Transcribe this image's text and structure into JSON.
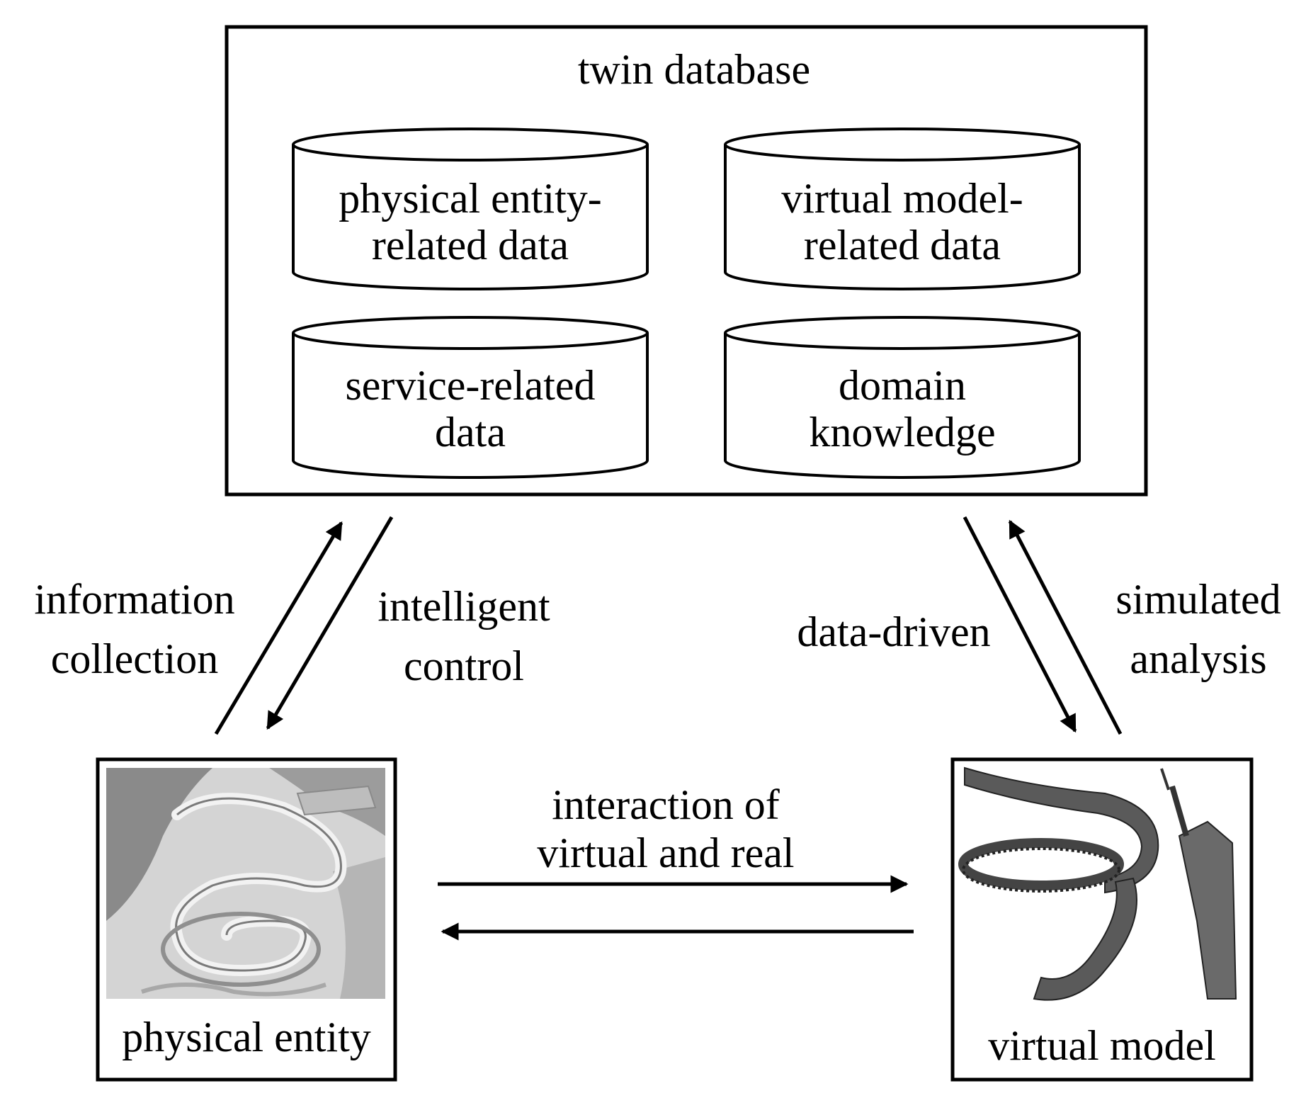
{
  "twin_database": {
    "title": "twin database",
    "stores": [
      {
        "line1": "physical entity-",
        "line2": "related data"
      },
      {
        "line1": "virtual model-",
        "line2": "related data"
      },
      {
        "line1": "service-related",
        "line2": "data"
      },
      {
        "line1": "domain",
        "line2": "knowledge"
      }
    ]
  },
  "left_links": {
    "upward": {
      "line1": "information",
      "line2": "collection"
    },
    "downward": {
      "line1": "intelligent",
      "line2": "control"
    }
  },
  "right_links": {
    "downward": {
      "line1": "data-driven"
    },
    "upward": {
      "line1": "simulated",
      "line2": "analysis"
    }
  },
  "middle_link": {
    "line1": "interaction of",
    "line2": "virtual and real"
  },
  "physical_entity": {
    "label": "physical entity"
  },
  "virtual_model": {
    "label": "virtual model"
  },
  "colors": {
    "stroke": "#000000",
    "photo_bg": "#cfcfcf",
    "model_fill": "#5a5a5a"
  }
}
